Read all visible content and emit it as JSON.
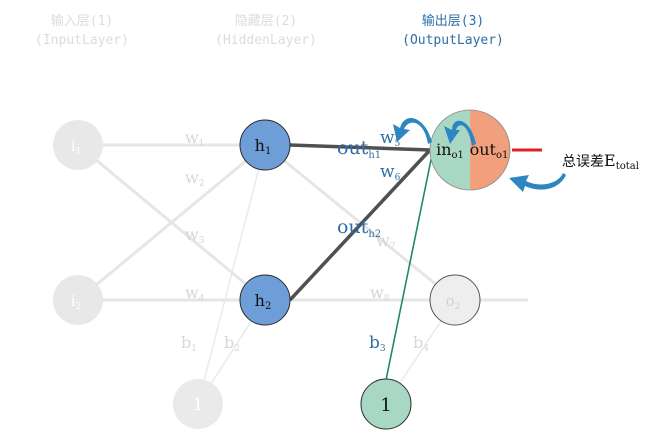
{
  "headers": {
    "input": {
      "line1": "输入层(1)",
      "line2": "(InputLayer)"
    },
    "hidden": {
      "line1": "隐藏层(2)",
      "line2": "(HiddenLayer)"
    },
    "output": {
      "line1": "输出层(3)",
      "line2": "(OutputLayer)"
    }
  },
  "nodes": {
    "i1": {
      "base": "i",
      "sub": "1"
    },
    "i2": {
      "base": "i",
      "sub": "2"
    },
    "h1": {
      "base": "h",
      "sub": "1"
    },
    "h2": {
      "base": "h",
      "sub": "2"
    },
    "o1_in": {
      "base": "in",
      "sub": "o1"
    },
    "o1_out": {
      "base": "out",
      "sub": "o1"
    },
    "o2": {
      "base": "o",
      "sub": "2"
    },
    "bias_hidden": "1",
    "bias_output": "1"
  },
  "weights": {
    "w1": {
      "base": "w",
      "sub": "1"
    },
    "w2": {
      "base": "w",
      "sub": "2"
    },
    "w3": {
      "base": "w",
      "sub": "3"
    },
    "w4": {
      "base": "w",
      "sub": "4"
    },
    "w5": {
      "base": "w",
      "sub": "5"
    },
    "w6": {
      "base": "w",
      "sub": "6"
    },
    "w7": {
      "base": "w",
      "sub": "7"
    },
    "w8": {
      "base": "w",
      "sub": "8"
    }
  },
  "biases": {
    "b1": {
      "base": "b",
      "sub": "1"
    },
    "b2": {
      "base": "b",
      "sub": "2"
    },
    "b3": {
      "base": "b",
      "sub": "3"
    },
    "b4": {
      "base": "b",
      "sub": "4"
    }
  },
  "signals": {
    "out_h1": {
      "base": "out",
      "sub": "h1"
    },
    "out_h2": {
      "base": "out",
      "sub": "h2"
    }
  },
  "error": {
    "prefix": "总误差",
    "base": "E",
    "sub": "total"
  },
  "colors": {
    "faded": "#e6e6e6",
    "faded_text": "#d6d6d6",
    "hidden_node": "#6e9ed8",
    "bias_active": "#a8d8c4",
    "out_in_half": "#a8d8c4",
    "out_out_half": "#f0a07c",
    "active_edge": "#505050",
    "teal_edge": "#1e8a6a",
    "blue_text": "#2e6ea8",
    "arrow_blue": "#2e86c1",
    "error_line": "#e02020"
  }
}
